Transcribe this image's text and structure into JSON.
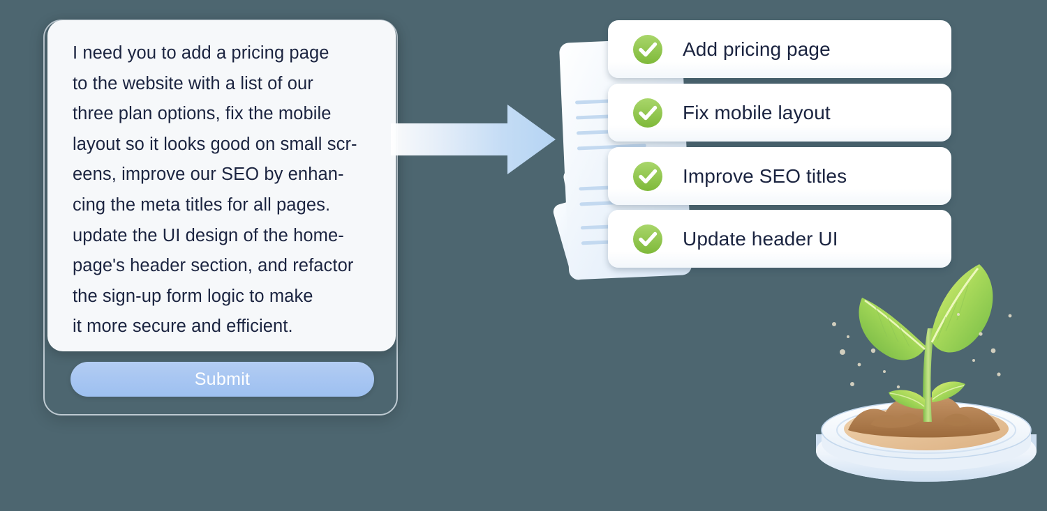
{
  "theme": {
    "background": "#4d6670",
    "text_dark": "#1b2440",
    "submit_blue": "#a8c6f2",
    "check_green": "#8cc63f",
    "card_white": "#ffffff",
    "arrow_blue": "#bcd9f4"
  },
  "prompt": {
    "text": "I need you to add a pricing page\nto the website with a list of our\nthree plan options, fix the mobile\nlayout so it looks good on small scr-\neens, improve our SEO by enhan-\ncing the meta titles for all pages.\nupdate the UI design of the home-\npage's header section, and refactor\nthe sign-up form logic to make\nit more secure and efficient.",
    "submit_label": "Submit"
  },
  "arrow": {
    "icon": "arrow-right-icon",
    "direction": "right"
  },
  "tasks": {
    "items": [
      {
        "label": "Add pricing page",
        "status_icon": "check-circle-icon",
        "done": true
      },
      {
        "label": "Fix mobile layout",
        "status_icon": "check-circle-icon",
        "done": true
      },
      {
        "label": "Improve SEO titles",
        "status_icon": "check-circle-icon",
        "done": true
      },
      {
        "label": "Update header UI",
        "status_icon": "check-circle-icon",
        "done": true
      }
    ]
  },
  "decor": {
    "paper_stack_icon": "document-stack-icon",
    "plant_icon": "seedling-in-soil-icon"
  }
}
